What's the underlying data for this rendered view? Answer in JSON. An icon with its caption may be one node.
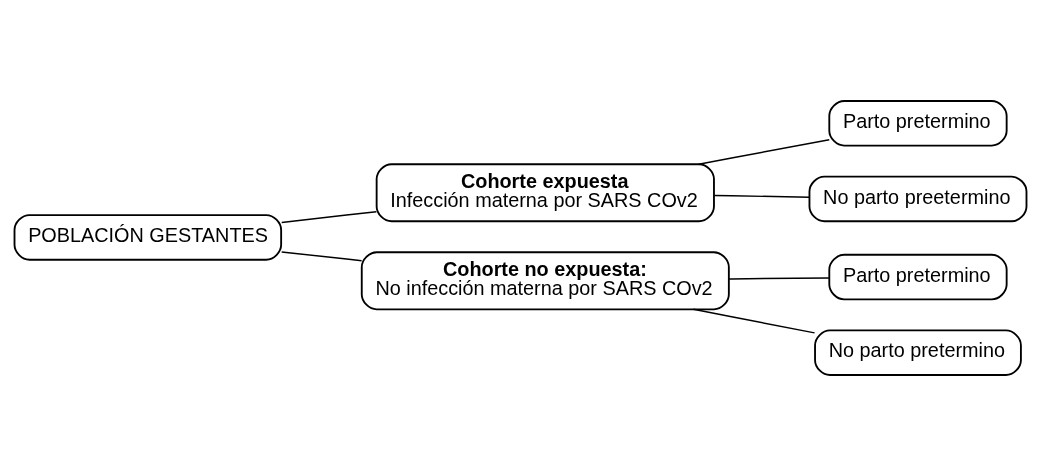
{
  "diagram": {
    "nodes": [
      {
        "text": [
          "POBLACIÓN GESTANTES"
        ]
      },
      {
        "text": [
          "Cohorte expuesta",
          "Infección materna por SARS COv2"
        ]
      },
      {
        "text": [
          "Parto pretermino"
        ]
      },
      {
        "text": [
          "No parto preetermino"
        ]
      },
      {
        "text": [
          "Cohorte no expuesta:",
          "No infección materna por SARS COv2"
        ]
      },
      {
        "text": [
          "Parto pretermino"
        ]
      },
      {
        "text": [
          "No parto pretermino"
        ]
      }
    ],
    "edges": [
      {
        "from": 0,
        "to": 1,
        "arrow": "none"
      },
      {
        "from": 0,
        "to": 4,
        "arrow": "none"
      },
      {
        "from": 1,
        "to": 2,
        "arrow": "none"
      },
      {
        "from": 1,
        "to": 3,
        "arrow": "none"
      },
      {
        "from": 4,
        "to": 5,
        "arrow": "none"
      },
      {
        "from": 4,
        "to": 6,
        "arrow": "none"
      }
    ]
  }
}
